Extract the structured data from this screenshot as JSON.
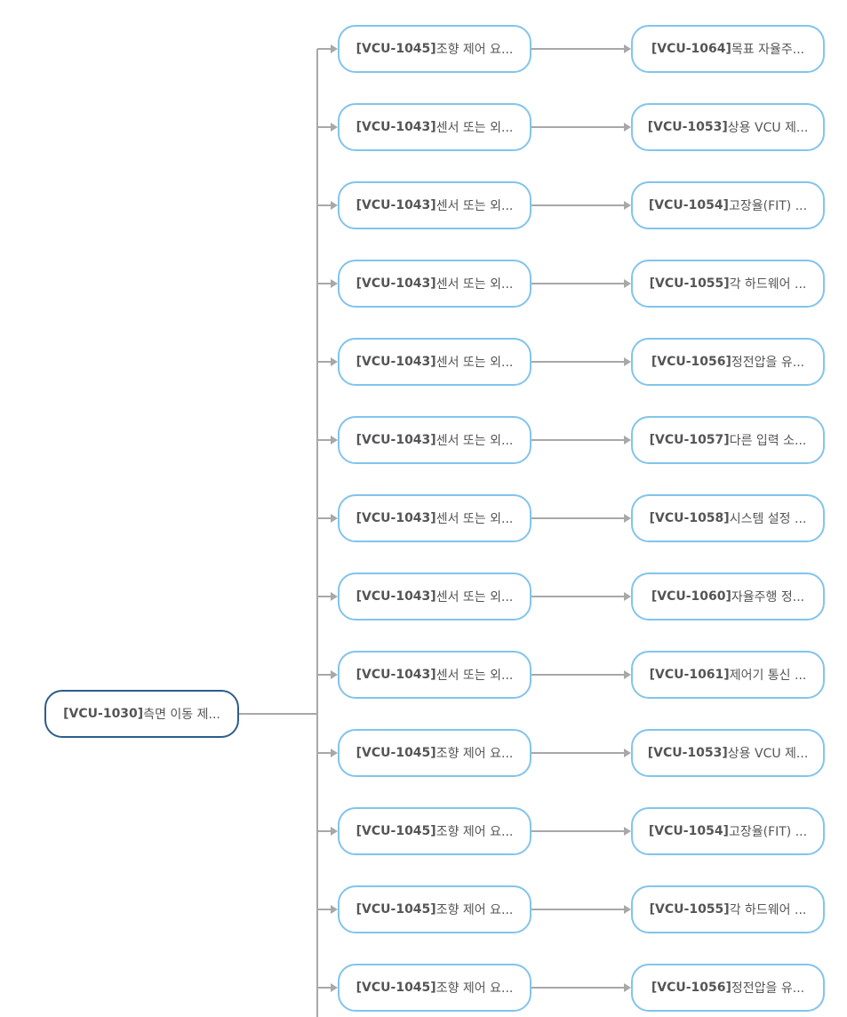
{
  "root": {
    "id": "[VCU-1030]",
    "text": "측면 이동 제..."
  },
  "rows": [
    {
      "mid": {
        "id": "[VCU-1045]",
        "text": "조향 제어 요..."
      },
      "leaf": {
        "id": "[VCU-1064]",
        "text": "목표 자율주..."
      }
    },
    {
      "mid": {
        "id": "[VCU-1043]",
        "text": "센서 또는 외..."
      },
      "leaf": {
        "id": "[VCU-1053]",
        "text": "상용 VCU 제..."
      }
    },
    {
      "mid": {
        "id": "[VCU-1043]",
        "text": "센서 또는 외..."
      },
      "leaf": {
        "id": "[VCU-1054]",
        "text": "고장율(FIT) ..."
      }
    },
    {
      "mid": {
        "id": "[VCU-1043]",
        "text": "센서 또는 외..."
      },
      "leaf": {
        "id": "[VCU-1055]",
        "text": "각 하드웨어 ..."
      }
    },
    {
      "mid": {
        "id": "[VCU-1043]",
        "text": "센서 또는 외..."
      },
      "leaf": {
        "id": "[VCU-1056]",
        "text": "정전압을 유..."
      }
    },
    {
      "mid": {
        "id": "[VCU-1043]",
        "text": "센서 또는 외..."
      },
      "leaf": {
        "id": "[VCU-1057]",
        "text": "다른 입력 소..."
      }
    },
    {
      "mid": {
        "id": "[VCU-1043]",
        "text": "센서 또는 외..."
      },
      "leaf": {
        "id": "[VCU-1058]",
        "text": "시스템 설정 ..."
      }
    },
    {
      "mid": {
        "id": "[VCU-1043]",
        "text": "센서 또는 외..."
      },
      "leaf": {
        "id": "[VCU-1060]",
        "text": "자율주행 정..."
      }
    },
    {
      "mid": {
        "id": "[VCU-1043]",
        "text": "센서 또는 외..."
      },
      "leaf": {
        "id": "[VCU-1061]",
        "text": "제어기 통신 ..."
      }
    },
    {
      "mid": {
        "id": "[VCU-1045]",
        "text": "조향 제어 요..."
      },
      "leaf": {
        "id": "[VCU-1053]",
        "text": "상용 VCU 제..."
      }
    },
    {
      "mid": {
        "id": "[VCU-1045]",
        "text": "조향 제어 요..."
      },
      "leaf": {
        "id": "[VCU-1054]",
        "text": "고장율(FIT) ..."
      }
    },
    {
      "mid": {
        "id": "[VCU-1045]",
        "text": "조향 제어 요..."
      },
      "leaf": {
        "id": "[VCU-1055]",
        "text": "각 하드웨어 ..."
      }
    },
    {
      "mid": {
        "id": "[VCU-1045]",
        "text": "조향 제어 요..."
      },
      "leaf": {
        "id": "[VCU-1056]",
        "text": "정전압을 유..."
      }
    }
  ],
  "colors": {
    "connector": "#a8a8a8",
    "node_border": "#82c4ec",
    "root_border": "#2c5d8a",
    "text": "#555555"
  }
}
